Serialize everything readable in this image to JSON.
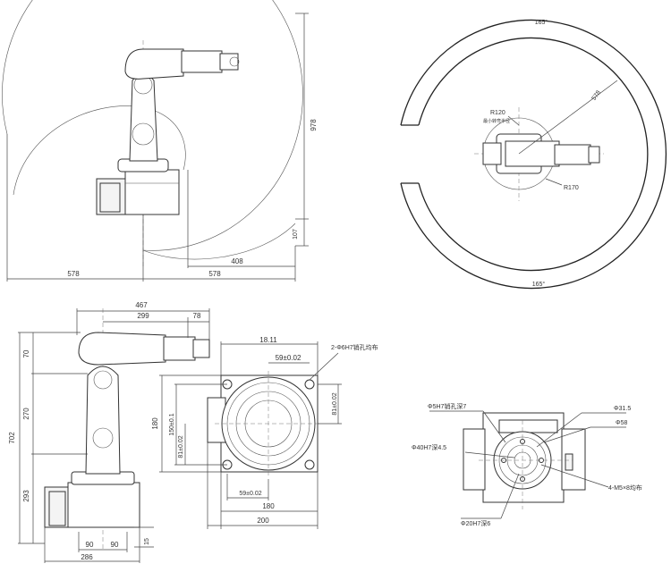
{
  "side_view": {
    "dims": {
      "height_978": "978",
      "base_107": "107",
      "reach_left_578": "578",
      "reach_408": "408",
      "reach_right_578": "578"
    }
  },
  "top_view": {
    "dims": {
      "angle_top": "165°",
      "angle_bottom": "165°",
      "radius_578": "578",
      "r120": "R120",
      "r120_note": "最小转弯半径",
      "r170": "R170"
    }
  },
  "front_view": {
    "dims": {
      "width_467": "467",
      "width_299": "299",
      "width_78": "78",
      "height_702": "702",
      "height_70": "70",
      "height_270": "270",
      "height_293": "293",
      "base_90_left": "90",
      "base_90_right": "90",
      "base_286": "286",
      "base_15": "15"
    }
  },
  "base_plate_view": {
    "dims": {
      "top_18_11": "18.11",
      "top_59": "59±0.02",
      "bottom_59": "59±0.02",
      "right_81": "81±0.02",
      "left_81": "81±0.02",
      "left_150": "150±0.1",
      "height_180": "180",
      "width_180": "180",
      "width_200": "200"
    },
    "callout": "2-Φ6H7销孔均布"
  },
  "flange_view": {
    "callouts": {
      "pin_hole": "Φ5H7销孔深7",
      "dia_31_5": "Φ31.5",
      "dia_58": "Φ58",
      "dia_40": "Φ40H7深4.5",
      "threads": "4-M5×8均布",
      "dia_20": "Φ20H7深6"
    }
  }
}
